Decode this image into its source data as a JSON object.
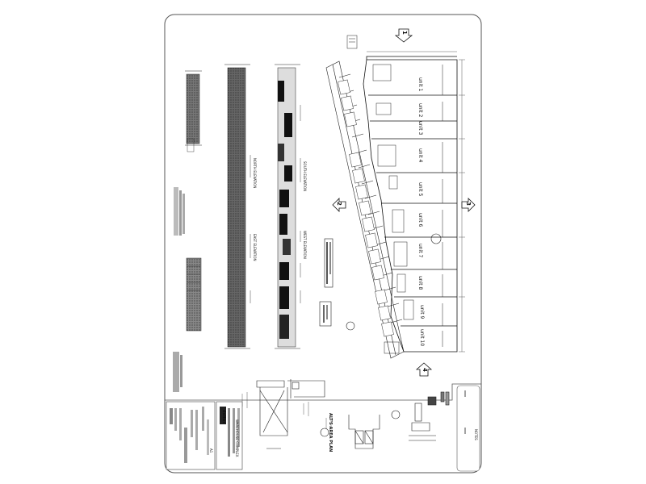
{
  "drawing": {
    "title": "ALT'S AREA PLAN",
    "unit_labels": [
      "unit 1",
      "unit 2",
      "unit 3",
      "unit 4",
      "unit 5",
      "unit 6",
      "unit 7",
      "unit 8",
      "unit 9",
      "unit 10"
    ],
    "elevation_labels": [
      "NORTH ELEVATION",
      "SOUTH ELEVATION",
      "EAST ELEVATION",
      "WEST ELEVATION"
    ],
    "section_arrows": [
      "1",
      "2",
      "3",
      "4"
    ],
    "title_block": {
      "firm": "deltec",
      "project": "WAREHOUSE COMPLEX",
      "sheet": "A1"
    },
    "notes_label": "NOTES"
  }
}
